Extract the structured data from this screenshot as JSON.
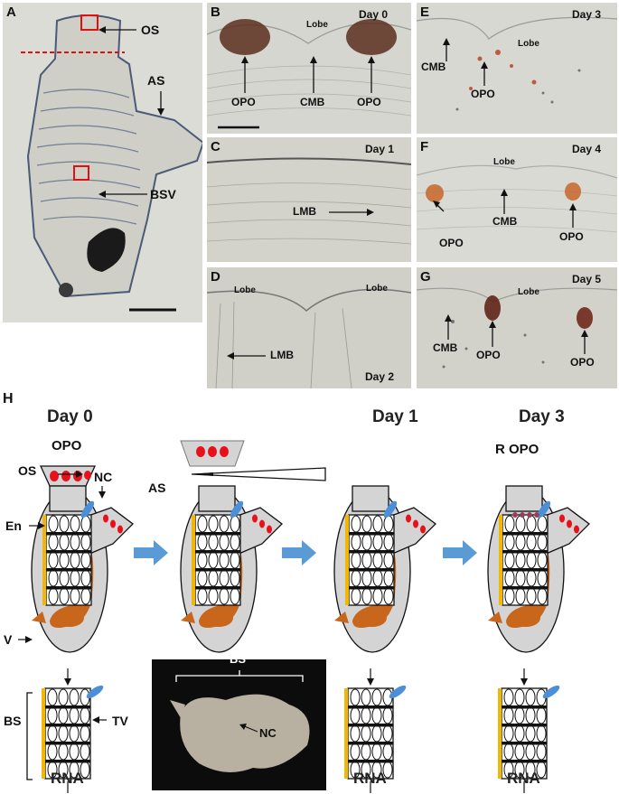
{
  "panels": {
    "A": {
      "letter": "A",
      "labels": {
        "os": "OS",
        "as": "AS",
        "bsv": "BSV"
      }
    },
    "B": {
      "letter": "B",
      "day": "Day 0",
      "labels": {
        "lobe": "Lobe",
        "opo_left": "OPO",
        "cmb": "CMB",
        "opo_right": "OPO"
      }
    },
    "C": {
      "letter": "C",
      "day": "Day 1",
      "labels": {
        "lmb": "LMB"
      }
    },
    "D": {
      "letter": "D",
      "day": "Day 2",
      "labels": {
        "lobe_left": "Lobe",
        "lobe_right": "Lobe",
        "lmb": "LMB"
      }
    },
    "E": {
      "letter": "E",
      "day": "Day 3",
      "labels": {
        "cmb": "CMB",
        "opo": "OPO",
        "lobe": "Lobe"
      }
    },
    "F": {
      "letter": "F",
      "day": "Day 4",
      "labels": {
        "lobe": "Lobe",
        "opo_left": "OPO",
        "cmb": "CMB",
        "opo_right": "OPO"
      }
    },
    "G": {
      "letter": "G",
      "day": "Day 5",
      "labels": {
        "lobe": "Lobe",
        "cmb": "CMB",
        "opo_mid": "OPO",
        "opo_right": "OPO"
      }
    }
  },
  "schematic": {
    "letter": "H",
    "stages": [
      {
        "title": "Day 0"
      },
      {
        "title": ""
      },
      {
        "title": "Day 1"
      },
      {
        "title": "Day 3"
      }
    ],
    "labels": {
      "opo": "OPO",
      "os": "OS",
      "nc": "NC",
      "as": "AS",
      "en": "En",
      "v": "V",
      "r_opo": "R OPO",
      "bs": "BS",
      "tv": "TV",
      "photo_bs": "BS",
      "photo_nc": "NC"
    },
    "rna": [
      "RNA",
      "RNA",
      "RNA"
    ],
    "colors": {
      "body": "#d4d4d4",
      "endostyle": "#f2b705",
      "viscera": "#c8661c",
      "opo": "#e8101a",
      "nc": "#4a8fd8",
      "flow_arrow": "#5a9bd5",
      "ropo": "#9b3d5a"
    }
  }
}
